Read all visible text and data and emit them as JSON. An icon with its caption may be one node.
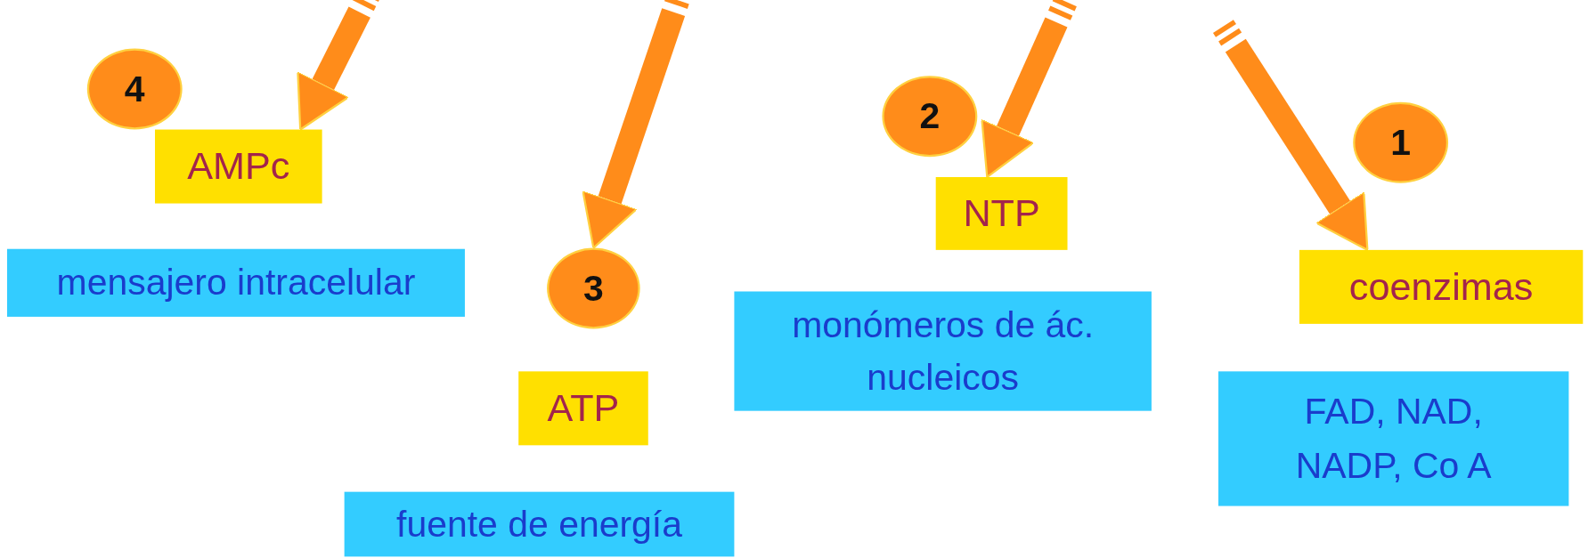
{
  "diagram": {
    "nodes": [
      {
        "text": [
          "4"
        ]
      },
      {
        "text": [
          "AMPc"
        ]
      },
      {
        "text": [
          "mensajero intracelular"
        ]
      },
      {
        "text": [
          "3"
        ]
      },
      {
        "text": [
          "ATP"
        ]
      },
      {
        "text": [
          "fuente de energía"
        ]
      },
      {
        "text": [
          "2"
        ]
      },
      {
        "text": [
          "NTP"
        ]
      },
      {
        "text": [
          "monómeros de ác. nucleicos"
        ]
      },
      {
        "text": [
          "1"
        ]
      },
      {
        "text": [
          "coenzimas"
        ]
      },
      {
        "text": [
          "FAD, NAD, NADP, Co A"
        ]
      }
    ],
    "edges": [
      {
        "from": null,
        "to": 1,
        "arrow": "to"
      },
      {
        "from": null,
        "to": 3,
        "arrow": "to"
      },
      {
        "from": null,
        "to": 7,
        "arrow": "to"
      },
      {
        "from": null,
        "to": 10,
        "arrow": "to"
      }
    ]
  }
}
